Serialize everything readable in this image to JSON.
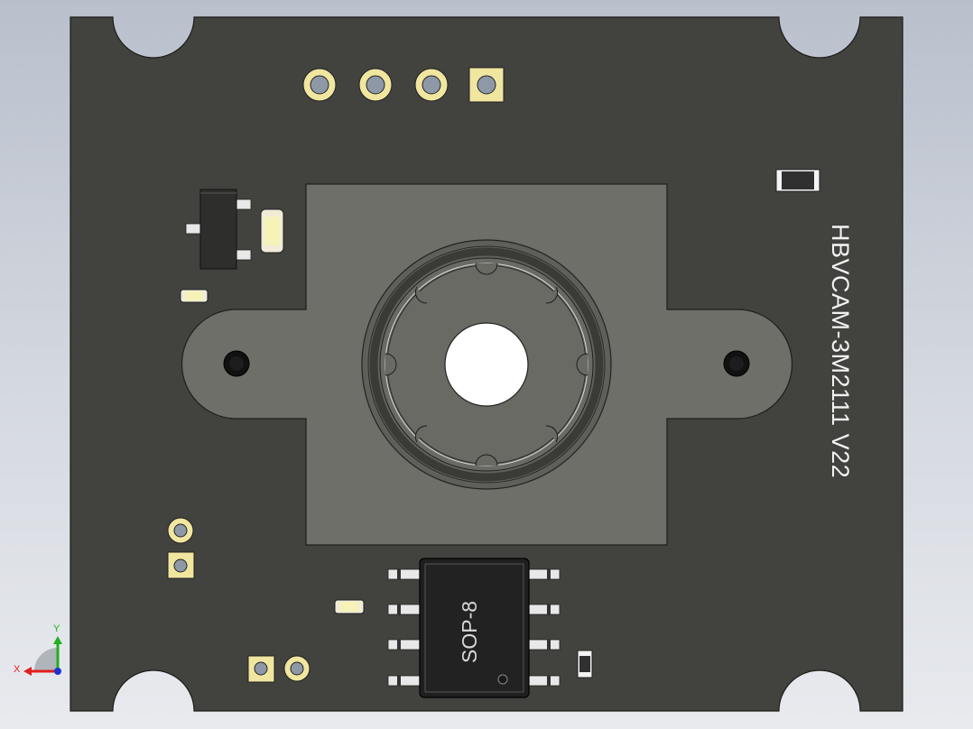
{
  "board": {
    "silkscreen_label": "HBVCAM-3M2111  V22",
    "ic_label": "SOP-8"
  },
  "triad": {
    "x_label": "X",
    "y_label": "Y"
  },
  "colors": {
    "background_top": "#b9c0cc",
    "pcb": "#42423e",
    "lens_holder": "#6f6f69",
    "pad_gold": "#f0e6a0",
    "axis_x": "#e02020",
    "axis_y": "#20b020",
    "axis_z": "#2030d0"
  }
}
